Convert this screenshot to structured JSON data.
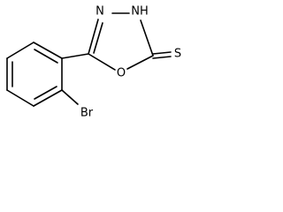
{
  "molecule": {
    "atoms": {
      "n_left": "N",
      "nh": "NH",
      "o": "O",
      "s": "S",
      "br": "Br"
    }
  }
}
